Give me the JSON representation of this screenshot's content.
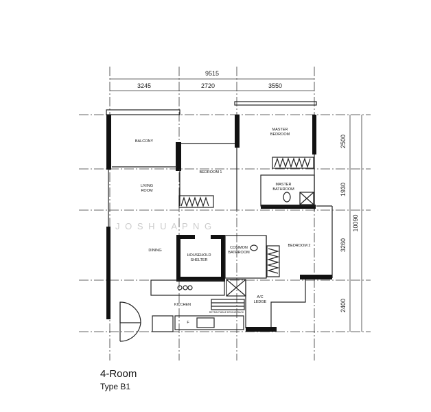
{
  "dimensions": {
    "top_total": "9515",
    "top_segments": [
      "3245",
      "2720",
      "3550"
    ],
    "right_segments": [
      "2500",
      "1930",
      "3260",
      "2400"
    ],
    "right_total": "10090"
  },
  "rooms": {
    "balcony": "BALCONY",
    "living_room": [
      "LIVING",
      "ROOM"
    ],
    "bedroom_1": "BEDROOM 1",
    "master_bedroom": [
      "MASTER",
      "BEDROOM"
    ],
    "master_bathroom": [
      "MASTER",
      "BATHROOM"
    ],
    "dining": "DINING",
    "household_shelter": [
      "HOUSEHOLD",
      "SHELTER"
    ],
    "common_bathroom": [
      "COMMON",
      "BATHROOM"
    ],
    "bedroom_2": "BEDROOM 2",
    "kitchen": "KITCHEN",
    "drying_rack": "RETRACTABLE DRYING RACK",
    "ac_ledge": [
      "A/C",
      "LEDGE"
    ],
    "fridge_mark": "F"
  },
  "watermark": "J O S H U A   P N G",
  "unit_title": "4-Room",
  "unit_type": "Type B1"
}
